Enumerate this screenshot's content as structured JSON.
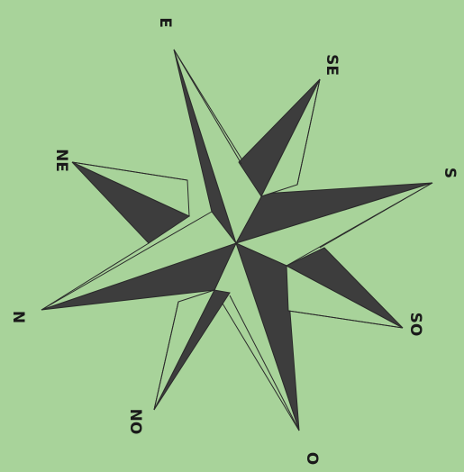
{
  "image": {
    "background_color": "#a8d39a",
    "rose_dark_color": "#3d3d3d",
    "rose_light_color": "#a8d39a",
    "line_color": "#2a2a2a",
    "label_color": "#1a1a1a"
  },
  "labels": {
    "north": "N",
    "northeast": "NE",
    "east": "E",
    "southeast": "SE",
    "south": "S",
    "southwest": "SO",
    "west": "O",
    "northwest": "NO"
  }
}
